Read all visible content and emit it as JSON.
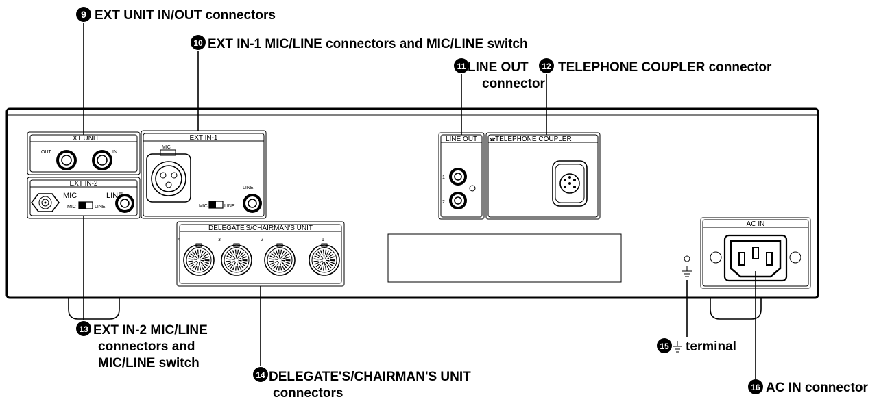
{
  "callouts": {
    "c9": {
      "num": "9",
      "text": "EXT UNIT IN/OUT connectors"
    },
    "c10": {
      "num": "10",
      "text": "EXT IN-1 MIC/LINE connectors and MIC/LINE switch"
    },
    "c11": {
      "num": "11",
      "line1": "LINE  OUT",
      "line2": "connector"
    },
    "c12": {
      "num": "12",
      "text": "TELEPHONE COUPLER connector"
    },
    "c13": {
      "num": "13",
      "line1": "EXT IN-2 MIC/LINE",
      "line2": "connectors and",
      "line3": "MIC/LINE switch"
    },
    "c14": {
      "num": "14",
      "line1": "DELEGATE'S/CHAIRMAN'S UNIT",
      "line2": "connectors"
    },
    "c15": {
      "num": "15",
      "text": "terminal"
    },
    "c16": {
      "num": "16",
      "text": "AC IN connector"
    }
  },
  "panel": {
    "ext_unit": {
      "title": "EXT UNIT",
      "out": "OUT",
      "in": "IN"
    },
    "ext_in2": {
      "title": "EXT IN-2",
      "mic": "MIC",
      "line": "LINE",
      "sw_mic": "MIC",
      "sw_line": "LINE"
    },
    "ext_in1": {
      "title": "EXT IN-1",
      "mic": "MIC",
      "line": "LINE",
      "sw_mic": "MIC",
      "sw_line": "LINE"
    },
    "line_out": {
      "title": "LINE OUT",
      "j1": "1",
      "j2": "2"
    },
    "tel": {
      "title": "TELEPHONE COUPLER"
    },
    "delegate": {
      "title": "DELEGATE'S/CHAIRMAN'S UNIT",
      "n4": "4",
      "n3": "3",
      "n2": "2",
      "n1": "1"
    },
    "ac_in": {
      "title": "AC IN"
    }
  }
}
